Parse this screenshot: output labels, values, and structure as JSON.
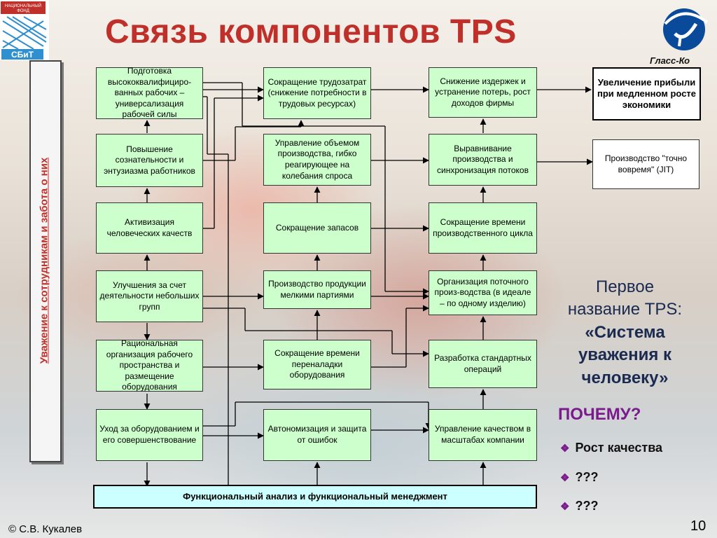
{
  "title": "Связь компонентов TPS",
  "logos": {
    "left_top": "НАЦИОНАЛЬНЫЙ ФОНД",
    "left_bottom": "СБиТ",
    "right": "Гласс-Ко"
  },
  "vertical_label": "Уважение к сотрудникам и забота о них",
  "boxes": {
    "b1": "Подготовка высококвалифициро-ванных рабочих – универсализация рабочей силы",
    "b2": "Повышение сознательности и энтузиазма работников",
    "b3": "Активизация человеческих качеств",
    "b4": "Улучшения за счет деятельности небольших групп",
    "b5": "Рациональная организация рабочего пространства и размещение оборудования",
    "b6": "Уход за оборудованием и его совершенствование",
    "c1": "Сокращение трудозатрат (снижение потребности в трудовых ресурсах)",
    "c2": "Управление объемом производства, гибко реагирующее на колебания спроса",
    "c3": "Сокращение запасов",
    "c4": "Производство продукции мелкими партиями",
    "c5": "Сокращение времени переналадки оборудования",
    "c6": "Автономизация и защита от ошибок",
    "d1": "Снижение издержек и устранение потерь, рост доходов фирмы",
    "d2": "Выравнивание производства и синхронизация потоков",
    "d3": "Сокращение времени производственного цикла",
    "d4": "Организация поточного произ-водства (в идеале – по одному изделию)",
    "d5": "Разработка стандартных операций",
    "d6": "Управление качеством в масштабах компании",
    "e1": "Увеличение прибыли при медленном росте экономики",
    "e2": "Производство \"точно вовремя\" (JIT)",
    "func": "Функциональный анализ и функциональный менеджмент"
  },
  "side": {
    "line1": "Первое",
    "line2": "название TPS:",
    "line3": "«Система",
    "line4": "уважения к",
    "line5": "человеку»",
    "why": "ПОЧЕМУ?",
    "bullets": [
      "Рост качества",
      "???",
      "???"
    ]
  },
  "footer": {
    "copyright": "© С.В. Кукалев",
    "page": "10"
  },
  "colors": {
    "title": "#c0302a",
    "box": "#ccffcc",
    "func": "#ccffff",
    "accent": "#7a1a8c"
  }
}
